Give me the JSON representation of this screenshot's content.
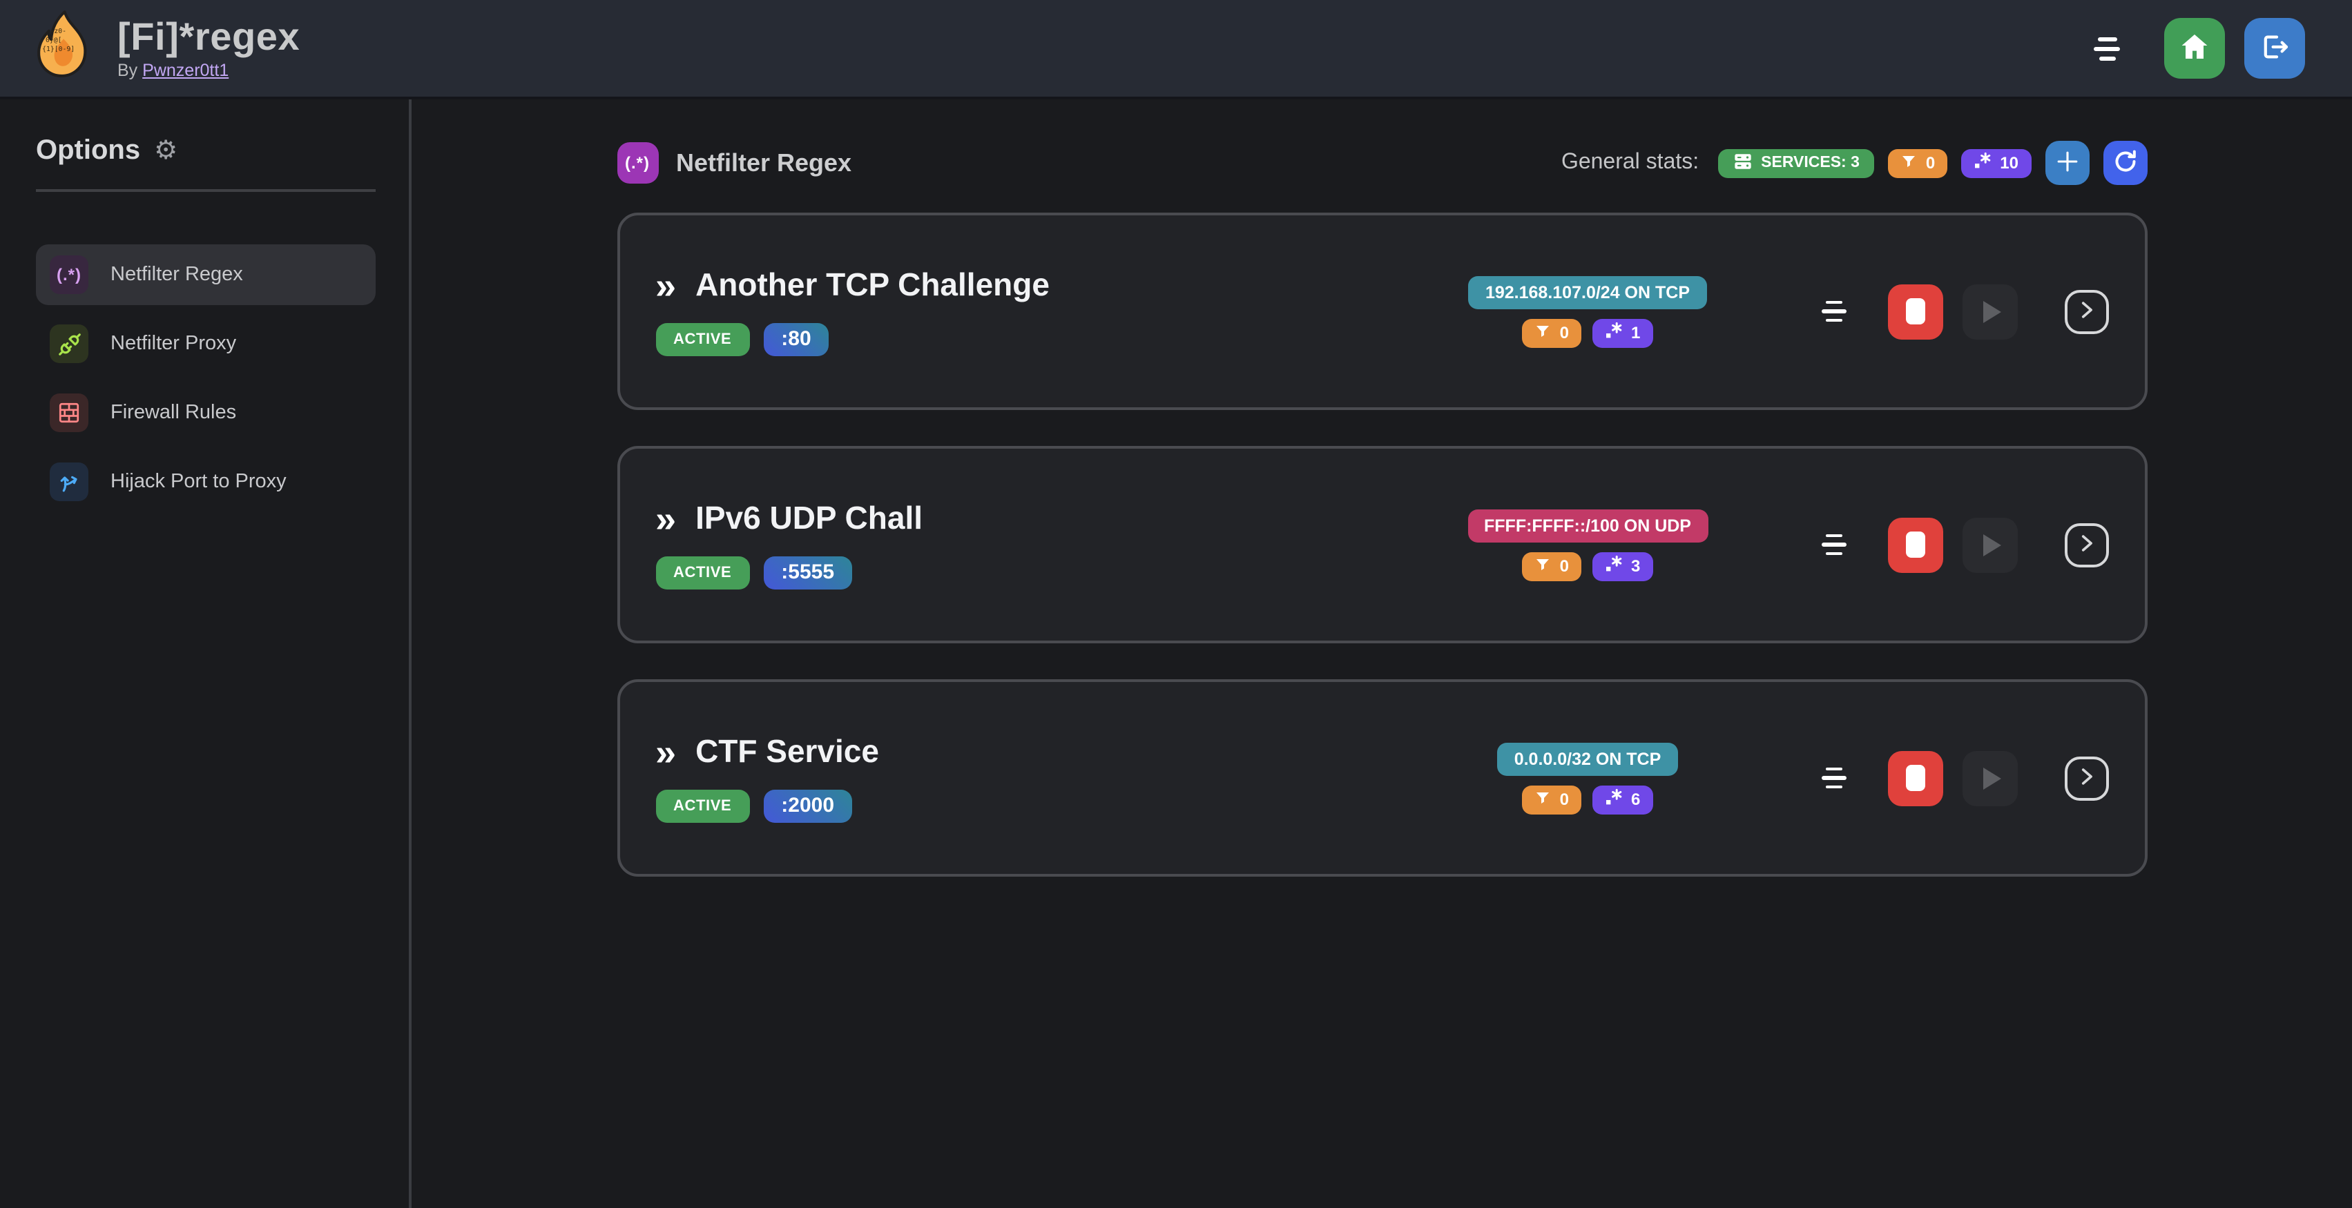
{
  "header": {
    "title": "[Fi]*regex",
    "byline_prefix": "By",
    "author_link": "Pwnzer0tt1"
  },
  "sidebar": {
    "heading": "Options",
    "heading_icon": "gear-emoji",
    "items": [
      {
        "label": "Netfilter Regex",
        "icon": "regex-icon",
        "icon_text": "(.*)",
        "selected": true
      },
      {
        "label": "Netfilter Proxy",
        "icon": "plug-icon",
        "selected": false
      },
      {
        "label": "Firewall Rules",
        "icon": "brick-wall-icon",
        "selected": false
      },
      {
        "label": "Hijack Port to Proxy",
        "icon": "split-arrows-icon",
        "selected": false
      }
    ]
  },
  "main": {
    "section_icon_text": "(.*)",
    "section_title": "Netfilter Regex",
    "stats_label": "General stats:",
    "stats": {
      "services_badge": "SERVICES: 3",
      "filters_count": "0",
      "regexes_count": "10"
    },
    "services": [
      {
        "name": "Another TCP Challenge",
        "status": "ACTIVE",
        "port": ":80",
        "address": "192.168.107.0/24 ON TCP",
        "badge_color": "#3e92a5",
        "filters": "0",
        "regexes": "1"
      },
      {
        "name": "IPv6 UDP Chall",
        "status": "ACTIVE",
        "port": ":5555",
        "address": "FFFF:FFFF::/100 ON UDP",
        "badge_color": "#c23a67",
        "filters": "0",
        "regexes": "3"
      },
      {
        "name": "CTF Service",
        "status": "ACTIVE",
        "port": ":2000",
        "address": "0.0.0.0/32 ON TCP",
        "badge_color": "#3e92a5",
        "filters": "0",
        "regexes": "6"
      }
    ]
  },
  "colors": {
    "header_bg": "#272b34",
    "body_bg": "#1a1b1e",
    "card_bg": "#222327",
    "card_border": "#4a4b50",
    "green": "#469e58",
    "orange": "#e8913c",
    "violet": "#7048e8",
    "teal_badge": "#3e92a5",
    "pink_badge": "#c23a67",
    "stop_red": "#e0413c",
    "add_blue": "#3b7fc5",
    "refresh_indigo": "#4263eb",
    "section_purple": "#9c36b5",
    "home_green": "#419e57",
    "logout_blue": "#3d7cc9",
    "port_gradient_from": "#4458d8",
    "port_gradient_to": "#2e8598"
  }
}
